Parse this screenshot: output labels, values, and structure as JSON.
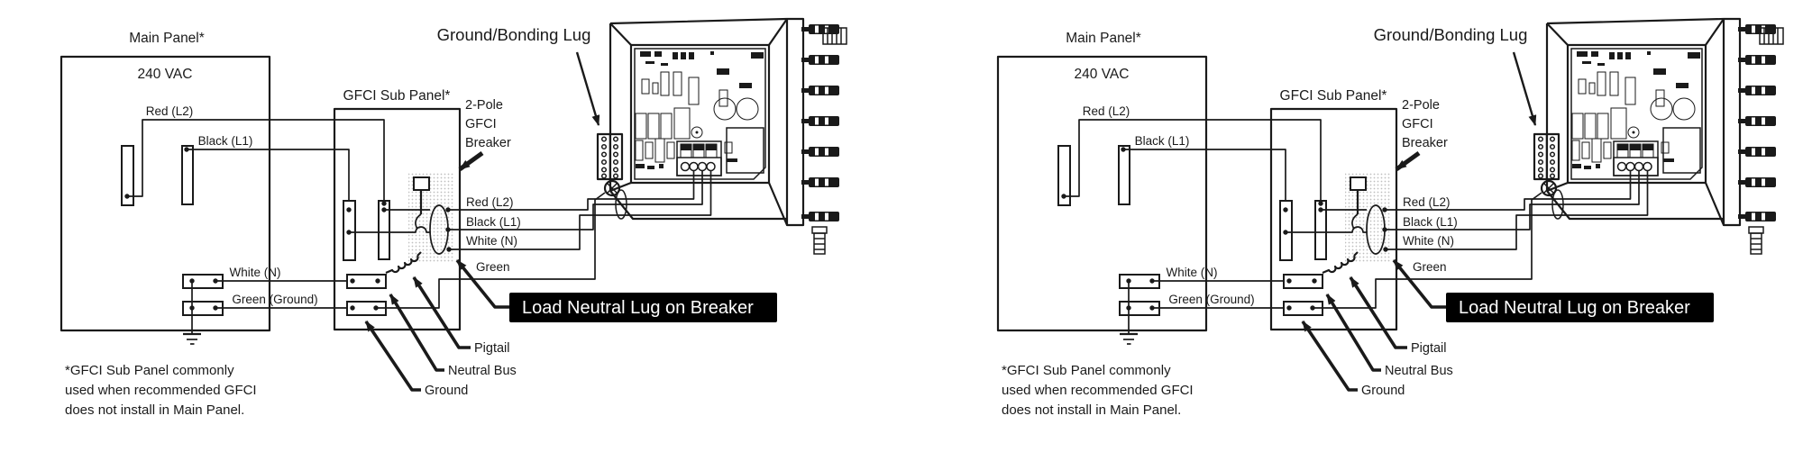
{
  "diagram": {
    "copies": 2,
    "labels": {
      "main_panel_title": "Main Panel*",
      "voltage": "240 VAC",
      "red_l2": "Red (L2)",
      "black_l1": "Black (L1)",
      "white_n": "White (N)",
      "green_ground": "Green (Ground)",
      "sub_panel_title": "GFCI Sub Panel*",
      "breaker_label_line1": "2-Pole",
      "breaker_label_line2": "GFCI",
      "breaker_label_line3": "Breaker",
      "ground_bonding_lug": "Ground/Bonding Lug",
      "out_red": "Red (L2)",
      "out_black": "Black (L1)",
      "out_white": "White (N)",
      "out_green": "Green",
      "load_neutral_badge": "Load Neutral Lug on Breaker",
      "pigtail": "Pigtail",
      "neutral_bus": "Neutral Bus",
      "ground": "Ground",
      "footnote_line1": "*GFCI Sub Panel commonly",
      "footnote_line2": "used when recommended GFCI",
      "footnote_line3": "does not install in Main Panel."
    },
    "colors": {
      "line": "#1a1a1a",
      "badge_background": "#000000",
      "badge_text": "#ffffff",
      "breaker_shading": "#c0c0c0",
      "background": "#ffffff"
    }
  }
}
